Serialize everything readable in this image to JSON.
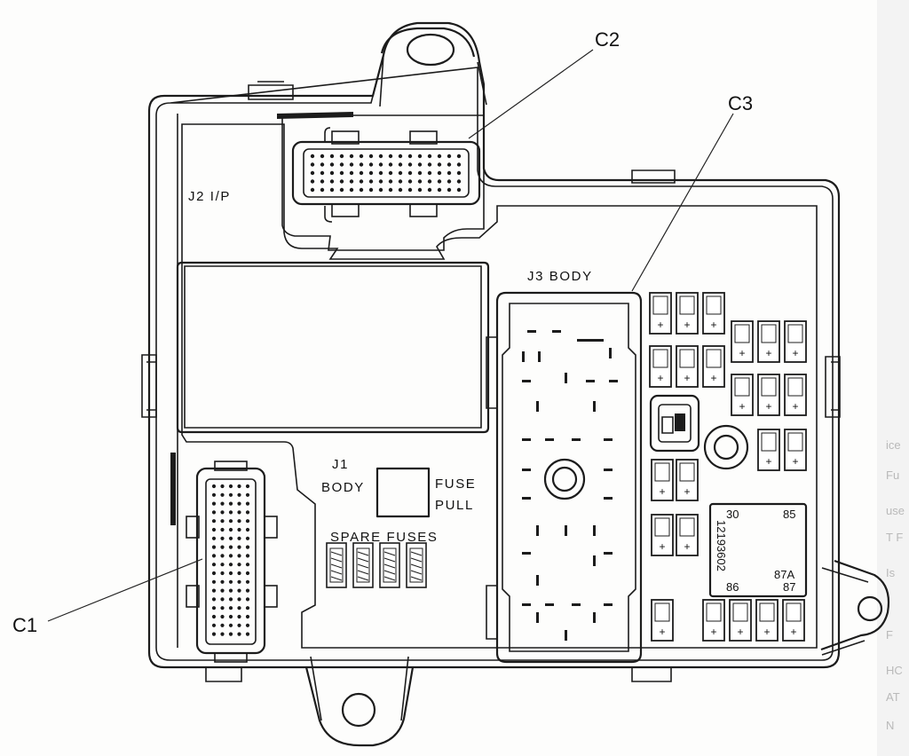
{
  "callouts": {
    "c1": "C1",
    "c2": "C2",
    "c3": "C3"
  },
  "connector_labels": {
    "j2": "J2 I/P",
    "j3": "J3 BODY",
    "j1_line1": "J1",
    "j1_line2": "BODY",
    "fuse_pull_line1": "FUSE",
    "fuse_pull_line2": "PULL",
    "spare_fuses": "SPARE FUSES"
  },
  "relay": {
    "part_number": "12193602",
    "terminals": {
      "t30": "30",
      "t85": "85",
      "t87a": "87A",
      "t86": "86",
      "t87": "87"
    }
  },
  "fuse_marking": "+",
  "edge_fragments": [
    "ice",
    "Fu",
    "use",
    "T F",
    "Is",
    "F",
    "HC",
    "AT",
    "N"
  ]
}
